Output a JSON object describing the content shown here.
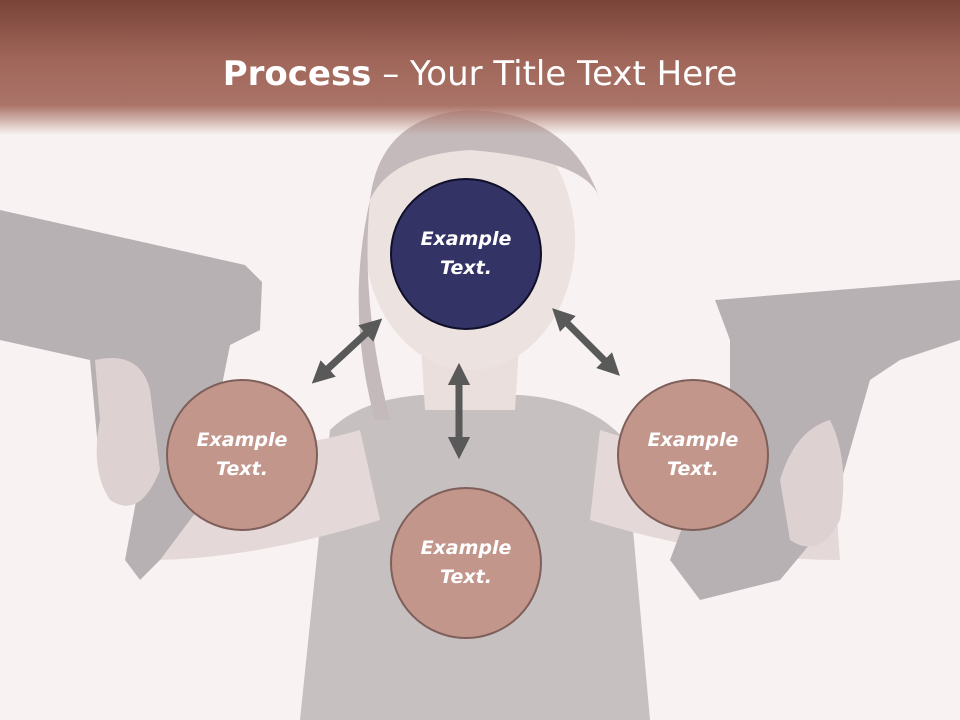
{
  "title": {
    "bold": "Process",
    "rest": " – Your Title Text Here"
  },
  "nodes": {
    "center": "Example Text.",
    "left": "Example Text.",
    "right": "Example Text.",
    "bottom": "Example Text."
  },
  "colors": {
    "header": "#a0665a",
    "center_fill": "#343366",
    "outer_fill": "#c3968c",
    "arrow": "#595959"
  }
}
